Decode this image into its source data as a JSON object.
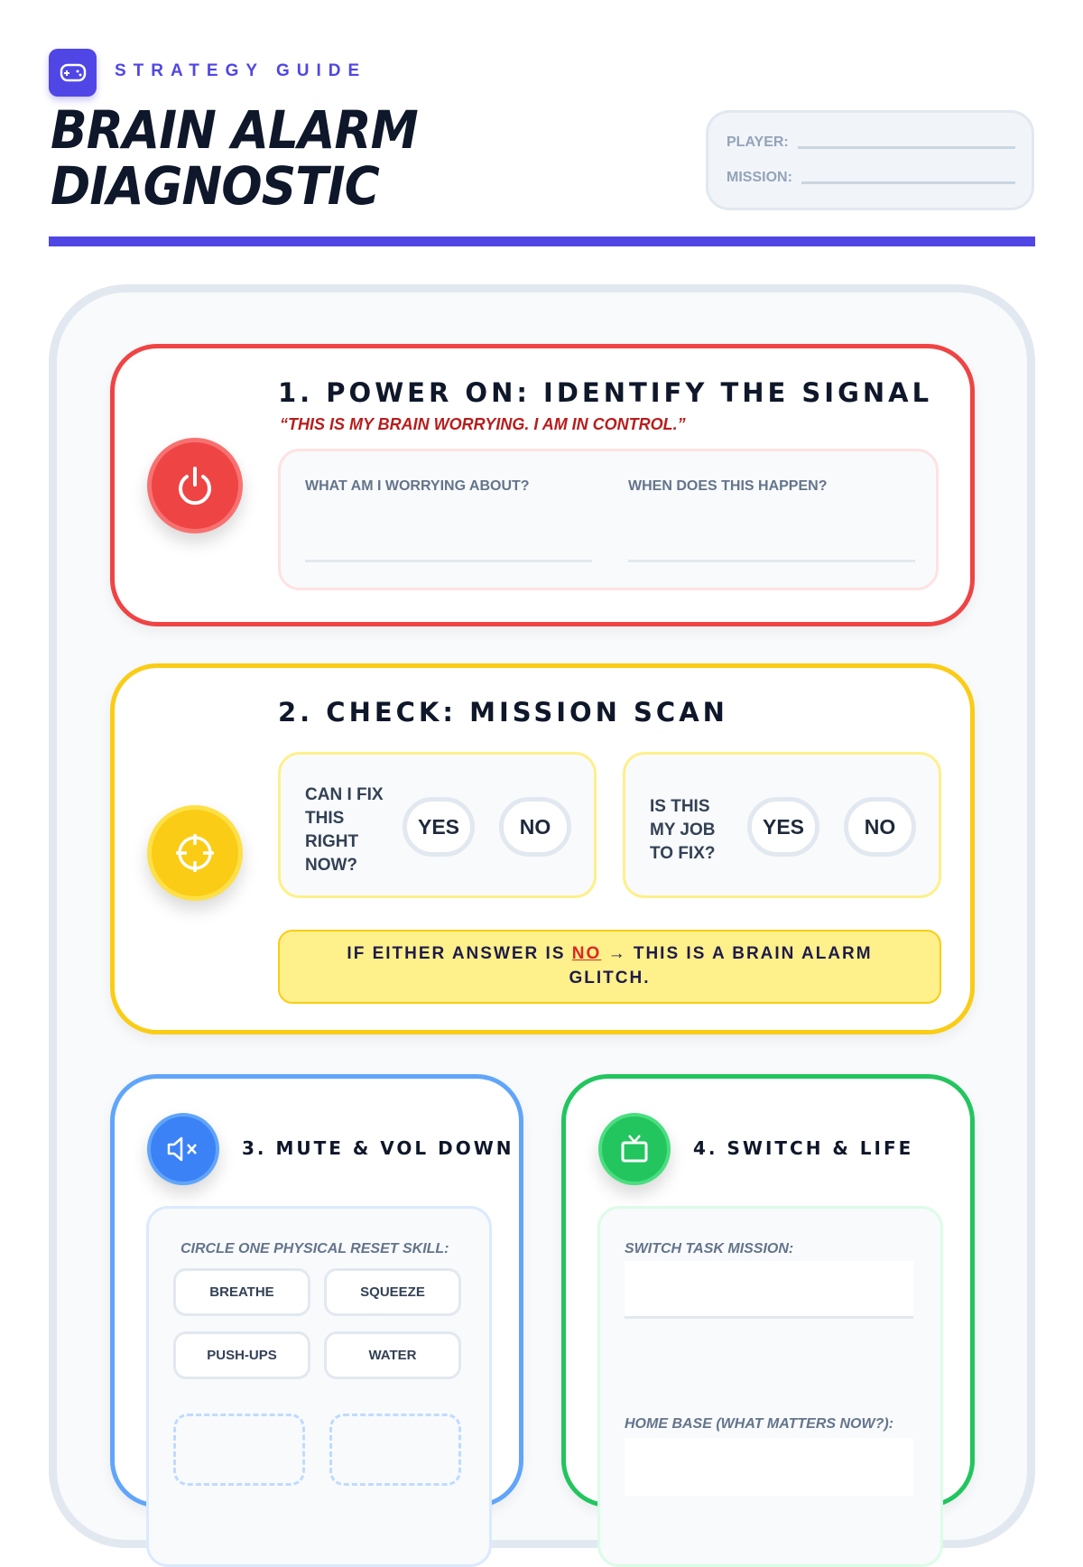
{
  "header": {
    "kicker": "STRATEGY GUIDE",
    "title_line1": "BRAIN ALARM",
    "title_line2": "DIAGNOSTIC",
    "player_label": "PLAYER:",
    "mission_label": "MISSION:"
  },
  "colors": {
    "accent": "#4f46e5",
    "red": "#ef4444",
    "yellow": "#facc15",
    "blue": "#3b82f6",
    "green": "#22c55e"
  },
  "step1": {
    "title": "1. POWER ON: IDENTIFY THE SIGNAL",
    "quote": "“THIS IS MY BRAIN WORRYING. I AM IN CONTROL.”",
    "field1": "WHAT AM I WORRYING ABOUT?",
    "field2": "WHEN DOES THIS HAPPEN?",
    "icon": "power-icon"
  },
  "step2": {
    "title": "2. CHECK: MISSION SCAN",
    "q1": "CAN I FIX THIS RIGHT NOW?",
    "q2": "IS THIS MY JOB TO FIX?",
    "yes": "YES",
    "no": "NO",
    "banner_pre": "IF EITHER ANSWER IS ",
    "banner_no": "NO",
    "banner_post": " → THIS IS A BRAIN ALARM GLITCH.",
    "icon": "crosshair-icon"
  },
  "step3": {
    "title": "3. MUTE & VOL DOWN",
    "label": "CIRCLE ONE PHYSICAL RESET SKILL:",
    "skills": [
      "BREATHE",
      "SQUEEZE",
      "PUSH-UPS",
      "WATER"
    ],
    "icon": "mute-icon"
  },
  "step4": {
    "title": "4. SWITCH & LIFE",
    "label1": "SWITCH TASK MISSION:",
    "label2": "HOME BASE (WHAT MATTERS NOW?):",
    "icon": "tv-icon"
  }
}
